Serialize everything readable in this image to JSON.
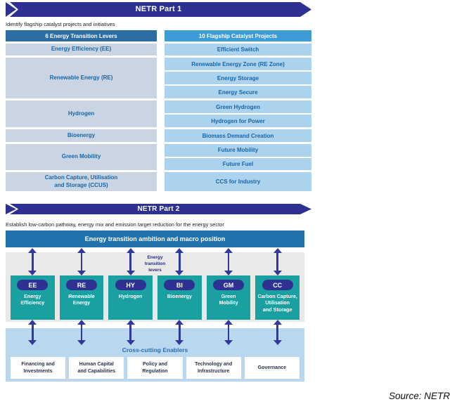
{
  "part1": {
    "banner": "NETR Part 1",
    "subtitle": "Identify flagship catalyst projects and initiatives",
    "left_header": "6 Energy Transition Levers",
    "right_header": "10 Flagship Catalyst Projects",
    "groups": [
      {
        "lever": "Energy Efficiency (EE)",
        "projects": [
          "Efficient Switch"
        ]
      },
      {
        "lever": "Renewable Energy (RE)",
        "projects": [
          "Renewable Energy Zone (RE Zone)",
          "Energy Storage",
          "Energy Secure"
        ]
      },
      {
        "lever": "Hydrogen",
        "projects": [
          "Green Hydrogen",
          "Hydrogen for Power"
        ]
      },
      {
        "lever": "Bioenergy",
        "projects": [
          "Biomass Demand Creation"
        ]
      },
      {
        "lever": "Green Mobility",
        "projects": [
          "Future Mobility",
          "Future Fuel"
        ]
      },
      {
        "lever": "Carbon Capture, Utilisation\nand Storage (CCUS)",
        "projects": [
          "CCS for Industry"
        ]
      }
    ]
  },
  "part2": {
    "banner": "NETR Part 2",
    "subtitle": "Establish low-carbon pathway, energy mix and emission target reduction for the energy sector",
    "ambition_bar": "Energy transition ambition and macro position",
    "levers_label": "Energy\ntransition\nlevers",
    "levers": [
      {
        "code": "EE",
        "name": "Energy\nEfficiency"
      },
      {
        "code": "RE",
        "name": "Renewable\nEnergy"
      },
      {
        "code": "HY",
        "name": "Hydrogen"
      },
      {
        "code": "BI",
        "name": "Bioenergy"
      },
      {
        "code": "GM",
        "name": "Green\nMobility"
      },
      {
        "code": "CC",
        "name": "Carbon Capture,\nUtilisation\nand Storage"
      }
    ],
    "enablers_title": "Cross-cutting Enablers",
    "enablers": [
      "Financing and\nInvestments",
      "Human Capital\nand Capabilities",
      "Policy and\nRegulation",
      "Technology and\nInfrastructure",
      "Governance"
    ]
  },
  "source": "Source: NETR",
  "colors": {
    "banner": "#2e3192",
    "lever-header": "#2d6da3",
    "project-header": "#3d9bd5",
    "lever-row": "#c9d5e3",
    "project-row": "#abd3ee",
    "cell-text": "#1565a8",
    "ambition-bar": "#2273ad",
    "panel-gray": "#e9e9e7",
    "teal": "#1aa0a0",
    "pill": "#2e3192",
    "arrow": "#31379b",
    "enabler-panel": "#b9d8ef",
    "enabler-text": "#2b3347",
    "enablers-title": "#2c6cb5"
  }
}
